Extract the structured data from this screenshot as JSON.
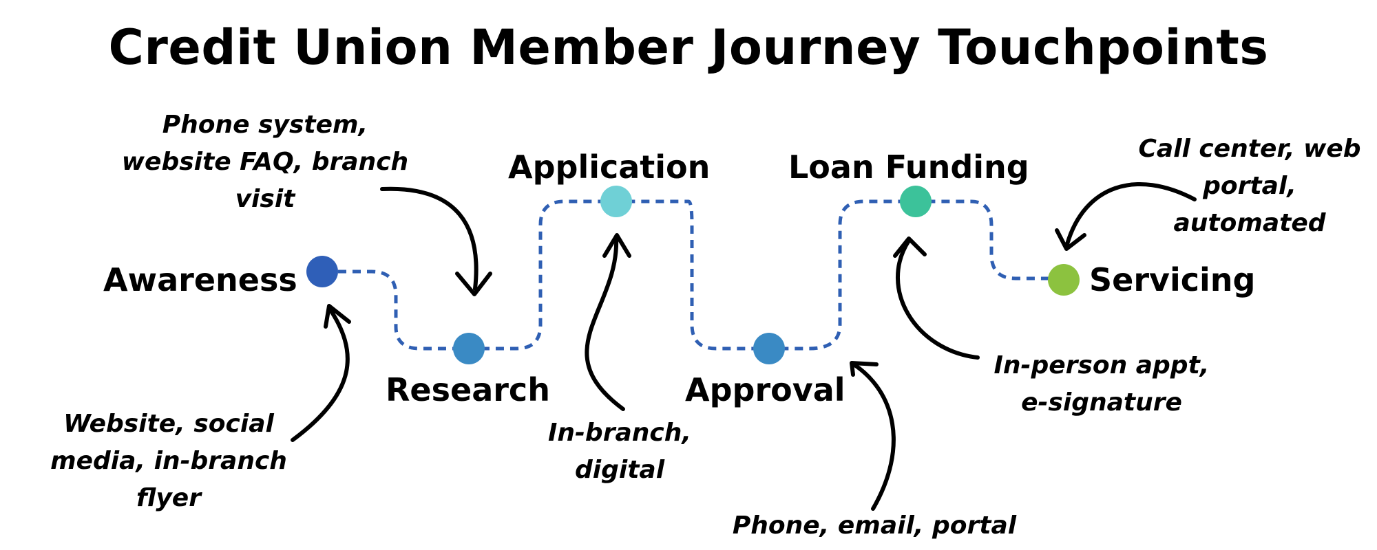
{
  "title": "Credit Union Member Journey Touchpoints",
  "colors": {
    "path": "#2f5fb3",
    "awareness": "#2f5fb8",
    "research": "#3a8ac4",
    "application": "#6fd0d6",
    "approval": "#3a8ac4",
    "loan_funding": "#3cc29a",
    "servicing": "#8cc23f",
    "arrow": "#000000"
  },
  "stages": [
    {
      "key": "awareness",
      "label": "Awareness",
      "touchpoints": [
        "Website, social",
        "media, in-branch",
        "flyer"
      ]
    },
    {
      "key": "research",
      "label": "Research",
      "touchpoints": [
        "Phone system,",
        "website FAQ, branch",
        "visit"
      ]
    },
    {
      "key": "application",
      "label": "Application",
      "touchpoints": [
        "In-branch,",
        "digital"
      ]
    },
    {
      "key": "approval",
      "label": "Approval",
      "touchpoints": [
        "Phone, email, portal"
      ]
    },
    {
      "key": "loan_funding",
      "label": "Loan Funding",
      "touchpoints": [
        "In-person appt,",
        "e-signature"
      ]
    },
    {
      "key": "servicing",
      "label": "Servicing",
      "touchpoints": [
        "Call center, web",
        "portal,",
        "automated"
      ]
    }
  ]
}
